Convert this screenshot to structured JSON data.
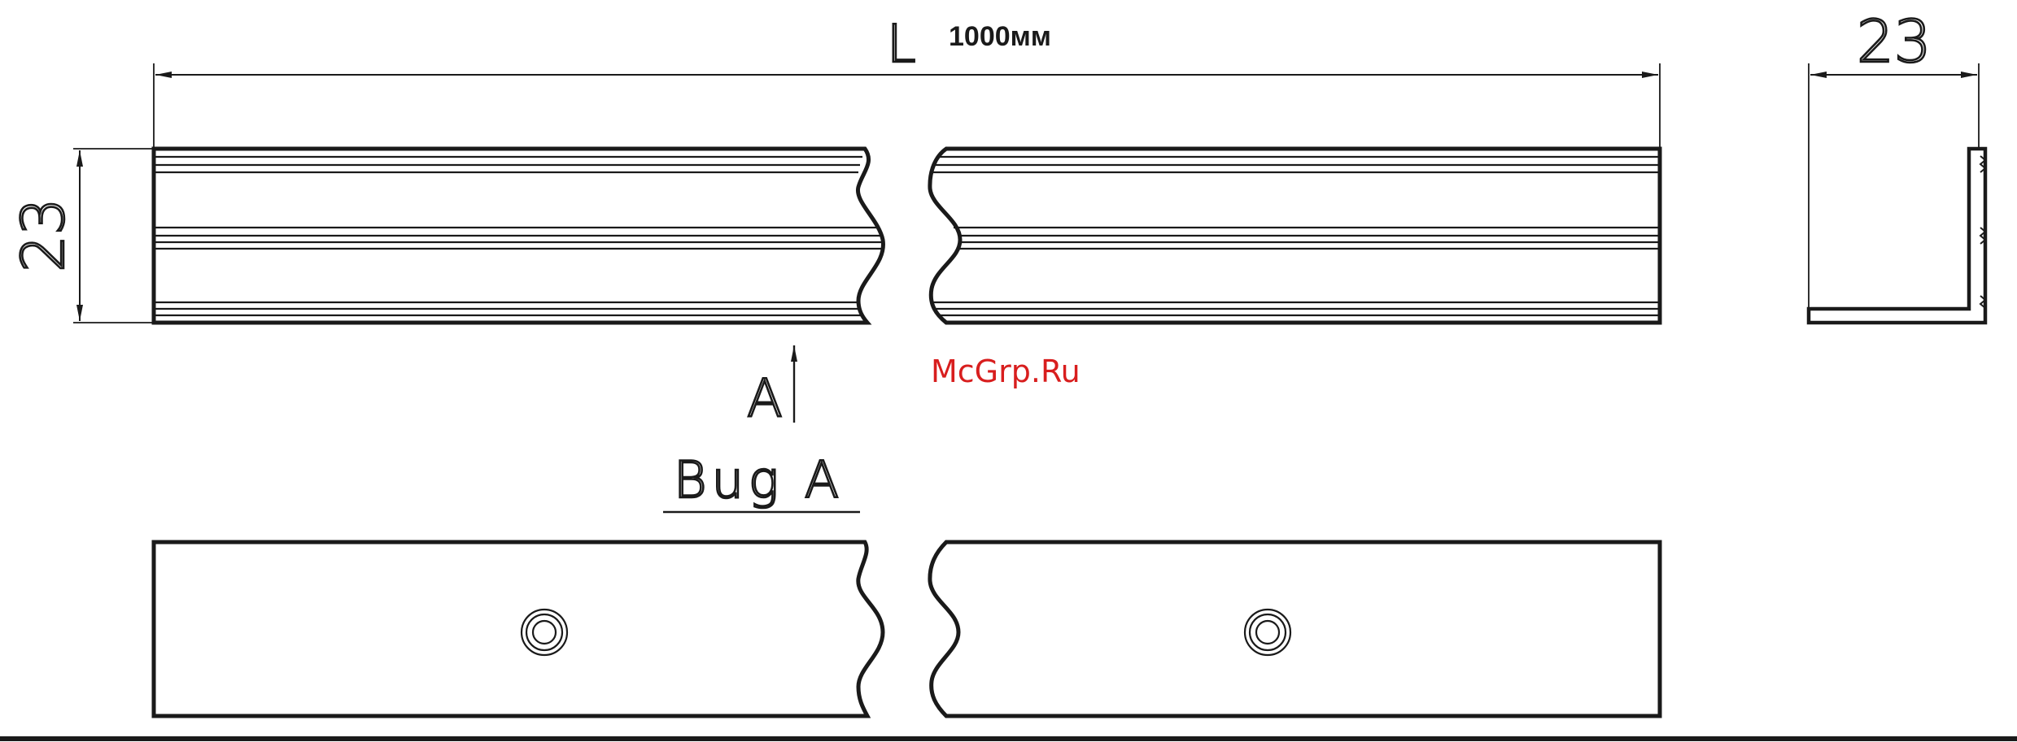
{
  "drawing": {
    "length_symbol": "L",
    "length_value": "1000мм",
    "height_dimension": "23",
    "width_dimension": "23",
    "section_marker": "A",
    "view_title": "Bug A",
    "watermark": "McGrp.Ru",
    "line_color": "#1a1a1a",
    "watermark_color": "#d81e1e"
  }
}
